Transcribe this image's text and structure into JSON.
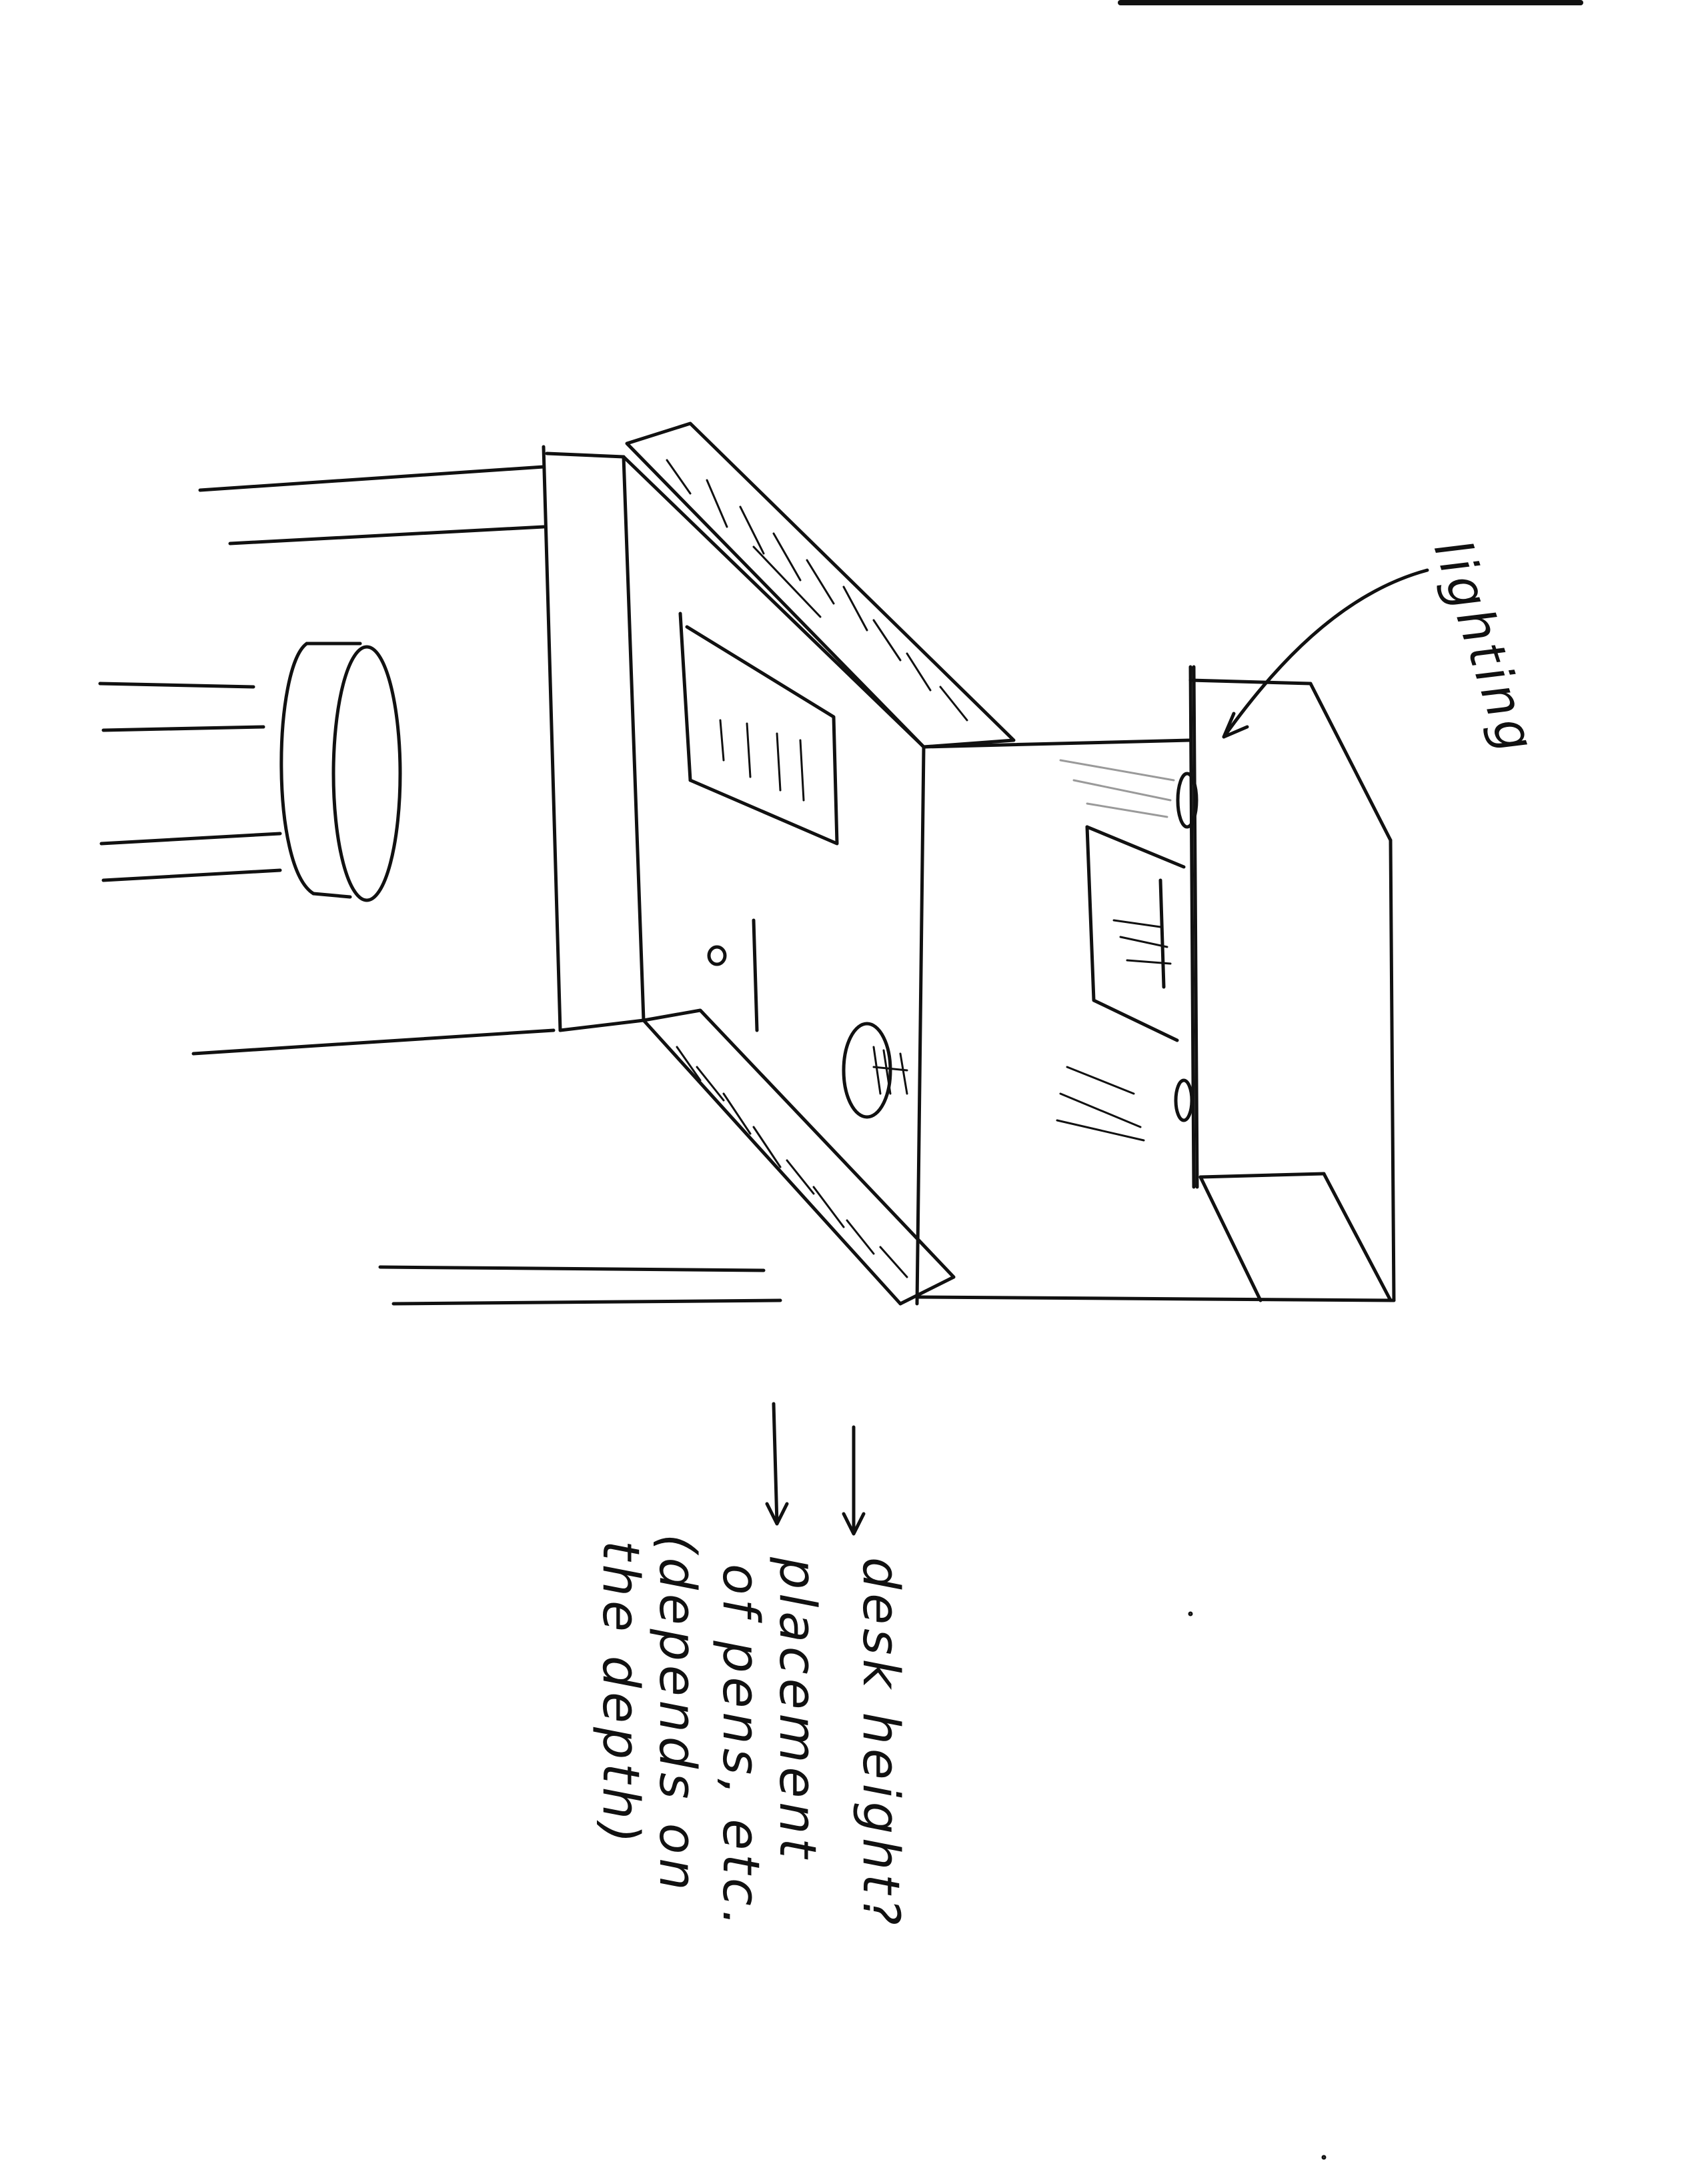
{
  "colors": {
    "ink": "#111111",
    "paper": "#ffffff",
    "faint": "#9a9a9a"
  },
  "labels": {
    "lighting": "lighting",
    "desk_height": "desk height?",
    "placement_line1": "placement",
    "placement_line2": "of pens, etc.",
    "placement_line3": "(depends on",
    "placement_line4": "the depth)"
  }
}
